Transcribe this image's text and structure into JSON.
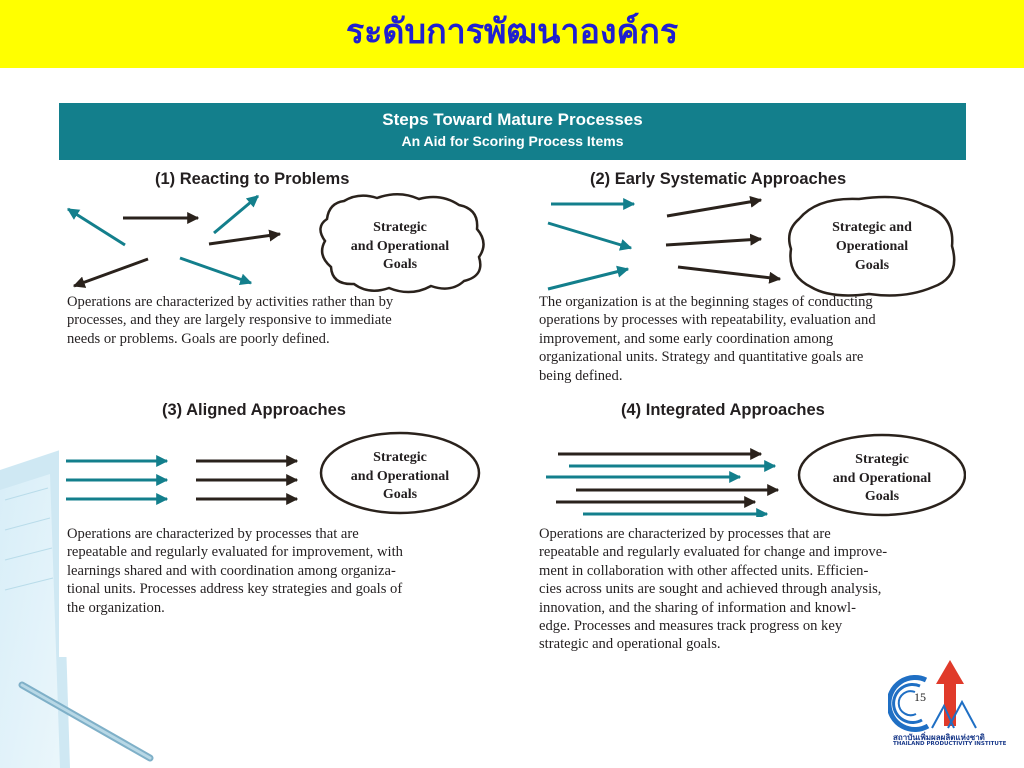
{
  "slide": {
    "title": "ระดับการพัฒนาองค์กร",
    "page_number": "15"
  },
  "panel": {
    "header_title": "Steps Toward Mature Processes",
    "header_subtitle": "An Aid for Scoring Process Items",
    "colors": {
      "header_bg": "#137f8c",
      "teal_arrow": "#137f8c",
      "dark_arrow": "#2a221c",
      "title_bar": "#ffff00",
      "title_text": "#1f1fd0"
    }
  },
  "quadrants": [
    {
      "title": "(1) Reacting to Problems",
      "goal": [
        "Strategic",
        "and Operational",
        "Goals"
      ],
      "description": [
        "Operations are characterized by activities rather than by",
        "processes, and they are largely responsive to immediate",
        "needs or problems. Goals are poorly defined."
      ]
    },
    {
      "title": "(2) Early Systematic Approaches",
      "goal": [
        "Strategic and",
        "Operational",
        "Goals"
      ],
      "description": [
        "The organization is at the beginning stages of conducting",
        "operations by processes with repeatability, evaluation and",
        "improvement, and some early coordination among",
        "organizational units. Strategy and quantitative goals are",
        "being defined."
      ]
    },
    {
      "title": "(3) Aligned Approaches",
      "goal": [
        "Strategic",
        "and Operational",
        "Goals"
      ],
      "description": [
        "Operations are characterized by processes that are",
        "repeatable and regularly evaluated for improvement, with",
        "learnings shared and with coordination among organiza-",
        "tional units. Processes address key strategies and goals of",
        "the organization."
      ]
    },
    {
      "title": "(4) Integrated Approaches",
      "goal": [
        "Strategic",
        "and Operational",
        "Goals"
      ],
      "description": [
        "Operations are characterized by processes that are",
        "repeatable and regularly evaluated for change and improve-",
        "ment in collaboration with other affected units. Efficien-",
        "cies across units are sought and achieved through analysis,",
        "innovation, and the sharing of information and knowl-",
        "edge. Processes and measures track progress on key",
        "strategic and operational goals."
      ]
    }
  ],
  "logo": {
    "thai_name": "สถาบันเพิ่มผลผลิตแห่งชาติ",
    "english_name": "THAILAND PRODUCTIVITY INSTITUTE",
    "icon": "productivity-institute-logo-icon"
  }
}
